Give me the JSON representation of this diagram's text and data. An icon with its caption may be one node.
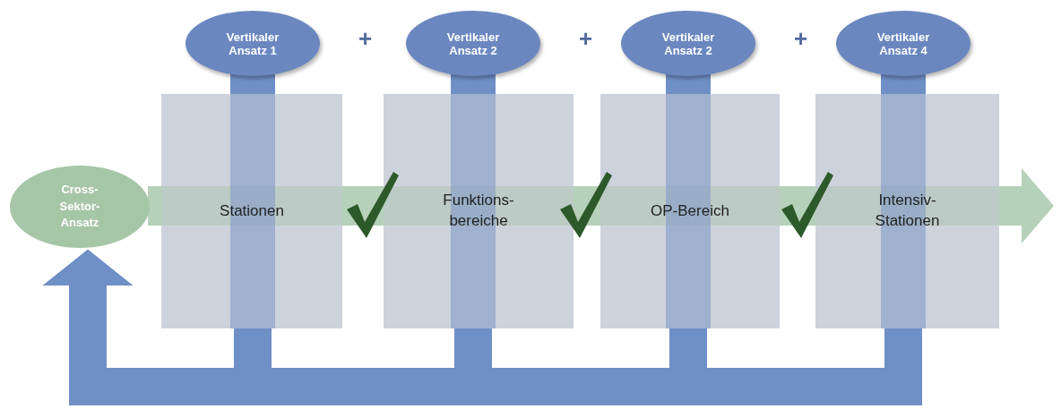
{
  "diagram": {
    "nodes": [
      {
        "text": [
          "Vertikaler Ansatz 1"
        ]
      },
      {
        "text": [
          "Vertikaler Ansatz 2"
        ]
      },
      {
        "text": [
          "Vertikaler Ansatz 2"
        ]
      },
      {
        "text": [
          "Vertikaler Ansatz 4"
        ]
      },
      {
        "text": [
          "Cross- Sektor- Ansatz"
        ]
      },
      {
        "text": [
          "Stationen"
        ]
      },
      {
        "text": [
          "Funktions- bereiche"
        ]
      },
      {
        "text": [
          "OP-Bereich"
        ]
      },
      {
        "text": [
          "Intensiv- Stationen"
        ]
      }
    ],
    "edges": [
      {
        "from": 4,
        "to": 5,
        "arrow": "none",
        "color": "#a9c9ad"
      },
      {
        "from": 5,
        "to": 6,
        "arrow": "none",
        "color": "#a9c9ad"
      },
      {
        "from": 6,
        "to": 7,
        "arrow": "none",
        "color": "#a9c9ad"
      },
      {
        "from": 7,
        "to": 8,
        "arrow": "none",
        "color": "#a9c9ad"
      },
      {
        "from": 8,
        "to": null,
        "arrow": "to",
        "color": "#a9c9ad"
      },
      {
        "from": 0,
        "to": 5,
        "arrow": "none"
      },
      {
        "from": 1,
        "to": 6,
        "arrow": "none"
      },
      {
        "from": 2,
        "to": 7,
        "arrow": "none"
      },
      {
        "from": 3,
        "to": 8,
        "arrow": "none"
      },
      {
        "from": 5,
        "to": 4,
        "arrow": "to"
      },
      {
        "from": 6,
        "to": 4,
        "arrow": "to"
      },
      {
        "from": 7,
        "to": 4,
        "arrow": "to"
      },
      {
        "from": 8,
        "to": 4,
        "arrow": "to"
      }
    ],
    "labels": [
      "+",
      "+",
      "+"
    ]
  }
}
